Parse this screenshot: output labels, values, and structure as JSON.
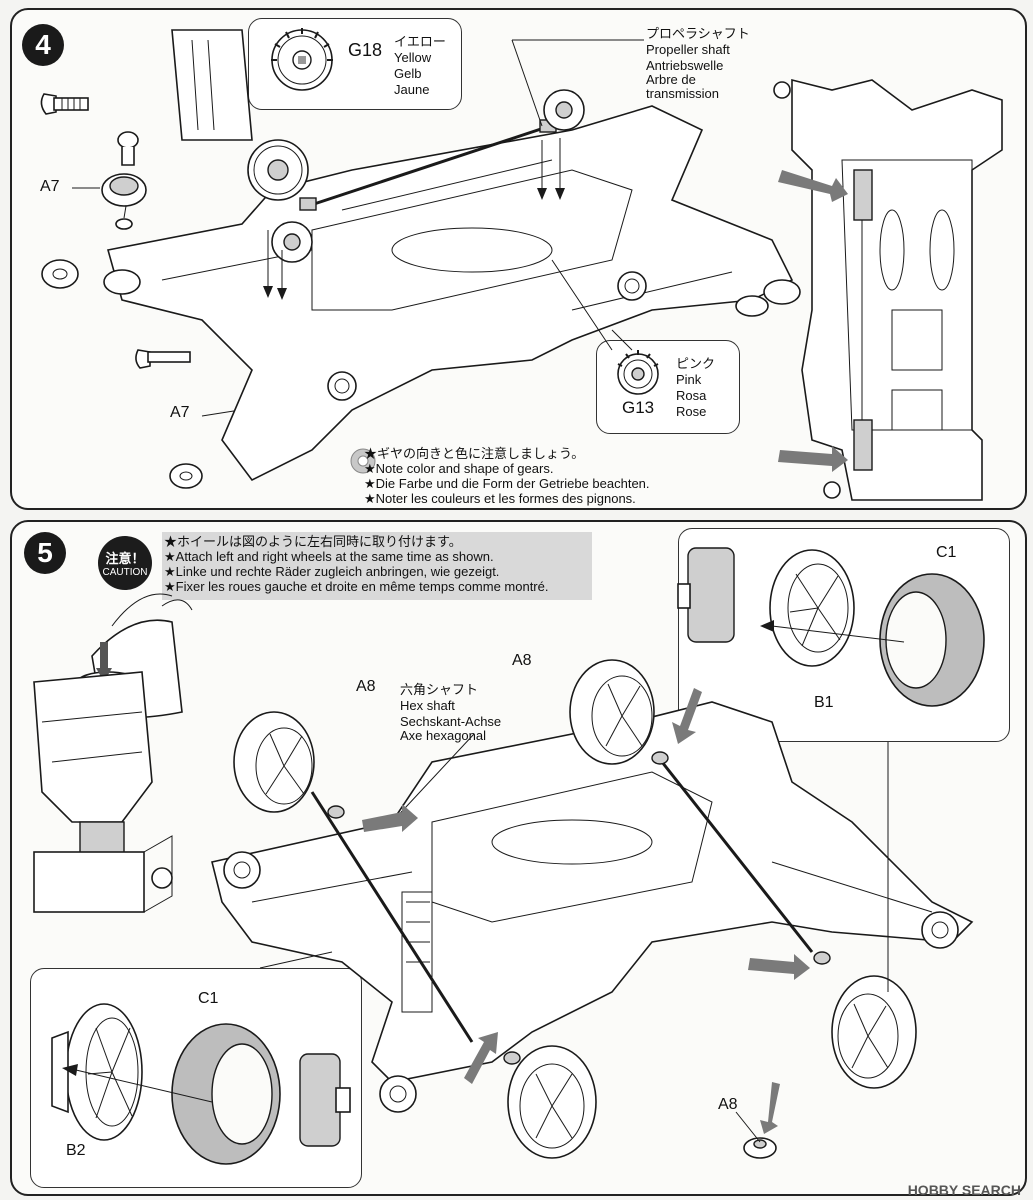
{
  "step4": {
    "number": "4",
    "g18": {
      "code": "G18",
      "jp": "イエロー",
      "en": "Yellow",
      "de": "Gelb",
      "fr": "Jaune"
    },
    "propeller": {
      "jp": "プロペラシャフト",
      "en": "Propeller shaft",
      "de": "Antriebswelle",
      "fr1": "Arbre de",
      "fr2": "transmission"
    },
    "a7_top": "A7",
    "a7_bottom": "A7",
    "g13": {
      "code": "G13",
      "jp": "ピンク",
      "en": "Pink",
      "de": "Rosa",
      "fr": "Rose"
    },
    "notes": [
      "★ギヤの向きと色に注意しましょう。",
      "★Note color and shape of gears.",
      "★Die Farbe und die Form der Getriebe beachten.",
      "★Noter les couleurs et les formes des pignons."
    ]
  },
  "step5": {
    "number": "5",
    "caution": {
      "jp": "注意！",
      "en": "CAUTION"
    },
    "notes": [
      "★ホイールは図のように左右同時に取り付けます。",
      "★Attach left and right wheels at the same time as shown.",
      "★Linke und rechte Räder zugleich anbringen, wie gezeigt.",
      "★Fixer les roues gauche et droite en même temps comme montré."
    ],
    "hex": {
      "jp": "六角シャフト",
      "en": "Hex shaft",
      "de": "Sechskant-Achse",
      "fr": "Axe hexagonal"
    },
    "a8_left": "A8",
    "a8_top": "A8",
    "a8_bottom": "A8",
    "c1_top": "C1",
    "b1": "B1",
    "c1_bottom": "C1",
    "b2": "B2"
  },
  "watermark": "HOBBY SEARCH"
}
